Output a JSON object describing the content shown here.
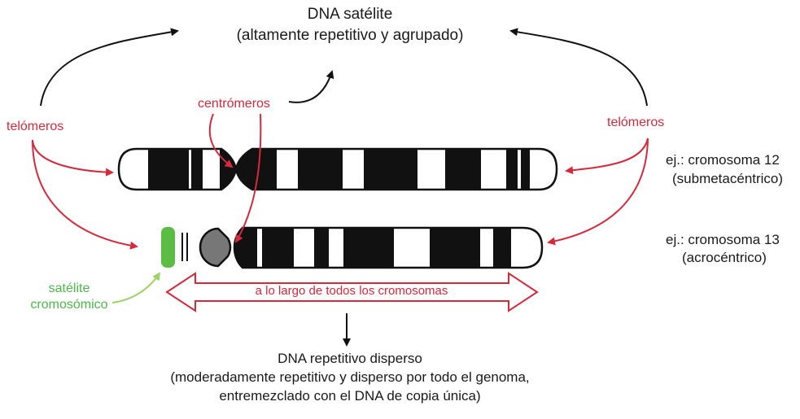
{
  "satellite_dna": {
    "title": "DNA satélite",
    "subtitle": "(altamente repetitivo y agrupado)"
  },
  "labels": {
    "centromeres": "centrómeros",
    "telomeres_left": "telómeros",
    "telomeres_right": "telómeros",
    "chromosomal_satellite_line1": "satélite",
    "chromosomal_satellite_line2": "cromosómico",
    "along_all_chromosomes": "a lo largo de todos los cromosomas"
  },
  "chromosomes": [
    {
      "name_line1": "ej.: cromosoma 12",
      "name_line2": "(submetacéntrico)"
    },
    {
      "name_line1": "ej.: cromosoma 13",
      "name_line2": "(acrocéntrico)"
    }
  ],
  "dispersed_dna": {
    "title": "DNA repetitivo disperso",
    "line1": "(moderadamente repetitivo y disperso por todo el genoma,",
    "line2": "entremezclado con el DNA de copia única)"
  },
  "colors": {
    "red": "#d42a3c",
    "green": "#5cbd45",
    "black": "#111111",
    "gray": "#777777"
  }
}
